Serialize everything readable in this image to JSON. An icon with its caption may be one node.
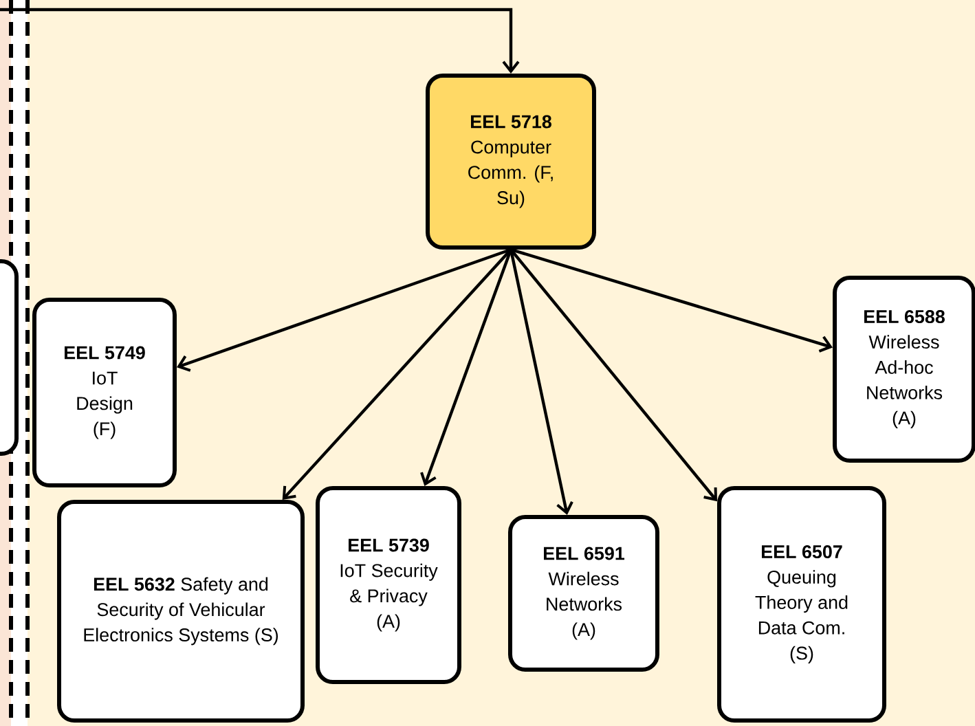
{
  "diagram": {
    "nodes": [
      {
        "text": [
          "EEL 5718",
          "Computer Comm. (F, Su)"
        ]
      },
      {
        "text": [
          "EEL 5749",
          "IoT Design (F)"
        ]
      },
      {
        "text": [
          "EEL 5632",
          "Safety and Security of Vehicular Electronics Systems (S)"
        ]
      },
      {
        "text": [
          "EEL 5739",
          "IoT Security & Privacy (A)"
        ]
      },
      {
        "text": [
          "EEL 6591",
          "Wireless Networks (A)"
        ]
      },
      {
        "text": [
          "EEL 6507",
          "Queuing Theory and Data Com. (S)"
        ]
      },
      {
        "text": [
          "EEL 6588",
          "Wireless Ad-hoc Networks (A)"
        ]
      },
      {
        "text": [],
        "shape": "box"
      }
    ],
    "edges": [
      {
        "from": null,
        "to": 0,
        "arrow": "to"
      },
      {
        "from": 0,
        "to": 1,
        "arrow": "to"
      },
      {
        "from": 0,
        "to": 2,
        "arrow": "to"
      },
      {
        "from": 0,
        "to": 3,
        "arrow": "to"
      },
      {
        "from": 0,
        "to": 4,
        "arrow": "to"
      },
      {
        "from": 0,
        "to": 5,
        "arrow": "to"
      },
      {
        "from": 0,
        "to": 6,
        "arrow": "to"
      }
    ]
  }
}
